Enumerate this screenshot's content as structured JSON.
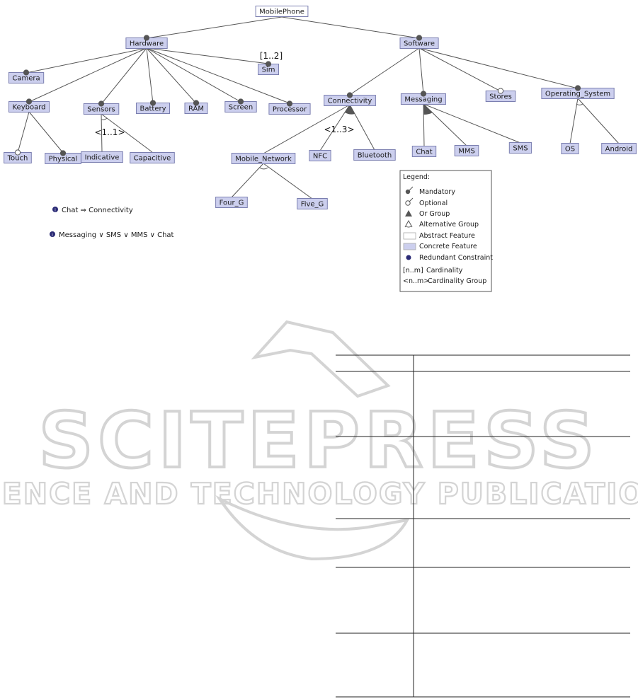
{
  "diagram": {
    "root": "MobilePhone",
    "features": [
      {
        "id": "mobilephone",
        "label": "MobilePhone",
        "kind": "abstract"
      },
      {
        "id": "hardware",
        "label": "Hardware",
        "kind": "concrete"
      },
      {
        "id": "software",
        "label": "Software",
        "kind": "concrete"
      },
      {
        "id": "camera",
        "label": "Camera",
        "kind": "concrete"
      },
      {
        "id": "sim",
        "label": "Sim",
        "kind": "concrete"
      },
      {
        "id": "keyboard",
        "label": "Keyboard",
        "kind": "concrete"
      },
      {
        "id": "sensors",
        "label": "Sensors",
        "kind": "concrete"
      },
      {
        "id": "battery",
        "label": "Battery",
        "kind": "concrete"
      },
      {
        "id": "ram",
        "label": "RAM",
        "kind": "concrete"
      },
      {
        "id": "screen",
        "label": "Screen",
        "kind": "concrete"
      },
      {
        "id": "processor",
        "label": "Processor",
        "kind": "concrete"
      },
      {
        "id": "touch",
        "label": "Touch",
        "kind": "concrete"
      },
      {
        "id": "physical",
        "label": "Physical",
        "kind": "concrete"
      },
      {
        "id": "indicative",
        "label": "Indicative",
        "kind": "concrete"
      },
      {
        "id": "capacitive",
        "label": "Capacitive",
        "kind": "concrete"
      },
      {
        "id": "connectivity",
        "label": "Connectivity",
        "kind": "concrete"
      },
      {
        "id": "messaging",
        "label": "Messaging",
        "kind": "concrete"
      },
      {
        "id": "stores",
        "label": "Stores",
        "kind": "concrete"
      },
      {
        "id": "operating_system",
        "label": "Operating_System",
        "kind": "concrete"
      },
      {
        "id": "mobile_network",
        "label": "Mobile_Network",
        "kind": "concrete"
      },
      {
        "id": "nfc",
        "label": "NFC",
        "kind": "concrete"
      },
      {
        "id": "bluetooth",
        "label": "Bluetooth",
        "kind": "concrete"
      },
      {
        "id": "four_g",
        "label": "Four_G",
        "kind": "concrete"
      },
      {
        "id": "five_g",
        "label": "Five_G",
        "kind": "concrete"
      },
      {
        "id": "chat",
        "label": "Chat",
        "kind": "concrete"
      },
      {
        "id": "mms",
        "label": "MMS",
        "kind": "concrete"
      },
      {
        "id": "sms",
        "label": "SMS",
        "kind": "concrete"
      },
      {
        "id": "os",
        "label": "OS",
        "kind": "concrete"
      },
      {
        "id": "android",
        "label": "Android",
        "kind": "concrete"
      }
    ],
    "relations": [
      {
        "from": "mobilephone",
        "to": "hardware",
        "type": "mandatory"
      },
      {
        "from": "mobilephone",
        "to": "software",
        "type": "mandatory"
      },
      {
        "from": "hardware",
        "to": "camera",
        "type": "mandatory"
      },
      {
        "from": "hardware",
        "to": "sim",
        "type": "mandatory"
      },
      {
        "from": "hardware",
        "to": "keyboard",
        "type": "mandatory"
      },
      {
        "from": "hardware",
        "to": "sensors",
        "type": "mandatory"
      },
      {
        "from": "hardware",
        "to": "battery",
        "type": "mandatory"
      },
      {
        "from": "hardware",
        "to": "ram",
        "type": "mandatory"
      },
      {
        "from": "hardware",
        "to": "screen",
        "type": "mandatory"
      },
      {
        "from": "hardware",
        "to": "processor",
        "type": "mandatory"
      },
      {
        "from": "keyboard",
        "to": "touch",
        "type": "optional"
      },
      {
        "from": "keyboard",
        "to": "physical",
        "type": "mandatory"
      },
      {
        "from": "sensors",
        "to": "indicative",
        "type": "alternative"
      },
      {
        "from": "sensors",
        "to": "capacitive",
        "type": "alternative"
      },
      {
        "from": "software",
        "to": "connectivity",
        "type": "mandatory"
      },
      {
        "from": "software",
        "to": "messaging",
        "type": "mandatory"
      },
      {
        "from": "software",
        "to": "stores",
        "type": "optional"
      },
      {
        "from": "software",
        "to": "operating_system",
        "type": "mandatory"
      },
      {
        "from": "connectivity",
        "to": "mobile_network",
        "type": "or"
      },
      {
        "from": "connectivity",
        "to": "nfc",
        "type": "or"
      },
      {
        "from": "connectivity",
        "to": "bluetooth",
        "type": "or"
      },
      {
        "from": "mobile_network",
        "to": "four_g",
        "type": "alternative"
      },
      {
        "from": "mobile_network",
        "to": "five_g",
        "type": "alternative"
      },
      {
        "from": "messaging",
        "to": "chat",
        "type": "or"
      },
      {
        "from": "messaging",
        "to": "mms",
        "type": "or"
      },
      {
        "from": "messaging",
        "to": "sms",
        "type": "or"
      },
      {
        "from": "operating_system",
        "to": "os",
        "type": "alternative"
      },
      {
        "from": "operating_system",
        "to": "android",
        "type": "alternative"
      }
    ],
    "cardinalities": {
      "sim": "[1..2]",
      "sensors_group": "<1..1>",
      "connectivity_group": "<1..3>"
    },
    "constraints": [
      "Chat ⇒ Connectivity",
      "Messaging ∨ SMS ∨ MMS ∨ Chat"
    ]
  },
  "legend": {
    "title": "Legend:",
    "items": [
      "Mandatory",
      "Optional",
      "Or Group",
      "Alternative Group",
      "Abstract Feature",
      "Concrete Feature",
      "Redundant Constraint"
    ],
    "cardinality_rows": [
      {
        "notation": "[n..m]",
        "label": "Cardinality"
      },
      {
        "notation": "<n..m>",
        "label": "Cardinality Group"
      }
    ]
  },
  "watermark": {
    "line1": "SCITEPRESS",
    "line2": "SCIENCE AND TECHNOLOGY PUBLICATIONS"
  },
  "colors": {
    "concrete_fill": "#cccfee",
    "abstract_fill": "#ffffff",
    "node_border": "#7b7fb0",
    "edge": "#555555",
    "constraint_icon": "#2a2a75",
    "watermark": "#d4d4d4"
  }
}
